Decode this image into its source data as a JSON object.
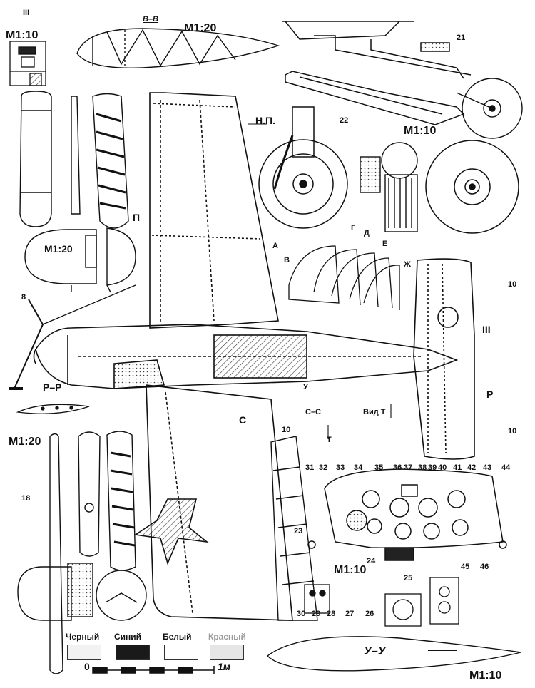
{
  "scale_labels": {
    "s1": "М1:10",
    "s2": "М1:20",
    "s3": "М1:10",
    "s4": "М1:20",
    "s5": "М1:20",
    "s6": "М1:10",
    "s7": "М1:10"
  },
  "section_labels": {
    "III_top": "III",
    "B_B": "В–В",
    "NP": "Н.П.",
    "P": "П",
    "P_P": "Р–Р",
    "C_C": "С–С",
    "vid_T": "Вид Т",
    "T": "Т",
    "U": "У",
    "C": "С",
    "III_tail": "III",
    "R": "Р",
    "U_U": "У–У"
  },
  "rib_letters": [
    "А",
    "В",
    "Г",
    "Д",
    "Е",
    "Ж"
  ],
  "callouts": {
    "n8": "8",
    "n10a": "10",
    "n10b": "10",
    "n10c": "10",
    "n18": "18",
    "n21": "21",
    "n22": "22",
    "n23": "23",
    "n24": "24",
    "n25": "25",
    "n26": "26",
    "n27": "27",
    "n28": "28",
    "n29": "29",
    "n30": "30",
    "n31": "31",
    "n32": "32",
    "n33": "33",
    "n34": "34",
    "n35": "35",
    "n36": "36",
    "n37": "37",
    "n38": "38",
    "n39": "39",
    "n40": "40",
    "n41": "41",
    "n42": "42",
    "n43": "43",
    "n44": "44",
    "n45": "45",
    "n46": "46"
  },
  "color_legend": [
    {
      "label": "Черный",
      "color": "#f2f2f2"
    },
    {
      "label": "Синий",
      "color": "#1a1a1a"
    },
    {
      "label": "Белый",
      "color": "#ffffff"
    },
    {
      "label": "Красный",
      "color": "#e6e6e6"
    }
  ],
  "scale_bar": {
    "start": "0",
    "end": "1м"
  }
}
